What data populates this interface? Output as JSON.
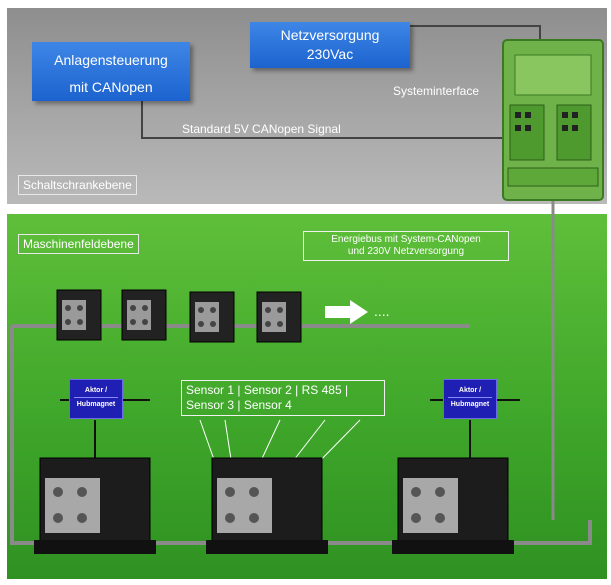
{
  "top_area": {
    "lane_label": "Schaltschrankebene",
    "anlagensteuerung": {
      "line1": "Anlagensteuerung",
      "line2": "mit CANopen"
    },
    "netzversorgung": {
      "line1": "Netzversorgung",
      "line2": "230Vac"
    },
    "systeminterface_label": "Systeminterface",
    "signal_label": "Standard 5V CANopen Signal"
  },
  "bottom_area": {
    "lane_label": "Maschinenfeldebene",
    "energiebus_note": {
      "line1": "Energiebus mit System-CANopen",
      "line2": "und  230V Netzversorgung"
    },
    "continuation": "....",
    "aktor_left": {
      "line1": "Aktor /",
      "line2": "Hubmagnet"
    },
    "aktor_right": {
      "line1": "Aktor /",
      "line2": "Hubmagnet"
    },
    "sensor_box": {
      "line1": "Sensor 1 | Sensor 2 | RS 485 |",
      "line2": "Sensor 3 | Sensor 4"
    }
  }
}
